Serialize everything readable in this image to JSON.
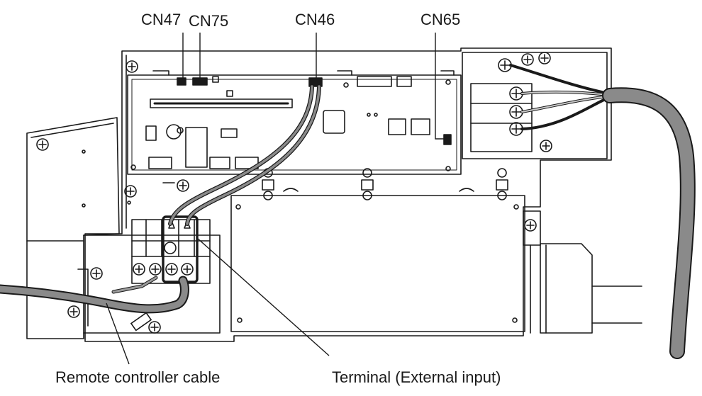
{
  "connectors": {
    "cn47": "CN47",
    "cn75": "CN75",
    "cn46": "CN46",
    "cn65": "CN65"
  },
  "callouts": {
    "remote_controller_cable": "Remote controller cable",
    "terminal_external_input": "Terminal (External input)"
  },
  "colors": {
    "line": "#1a1a1a",
    "wire_gray": "#8a8a8a",
    "background": "#ffffff"
  }
}
